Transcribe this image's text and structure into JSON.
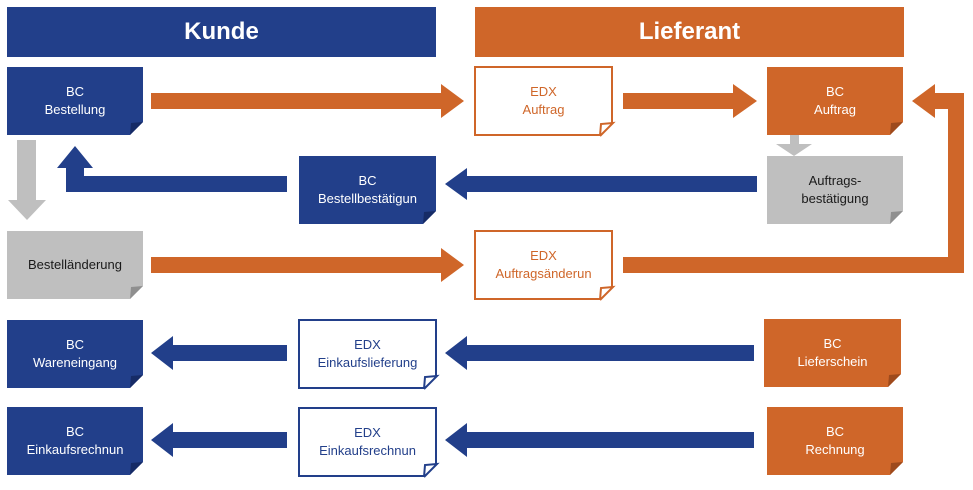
{
  "headers": {
    "customer": "Kunde",
    "supplier": "Lieferant"
  },
  "boxes": {
    "bc_bestellung": {
      "l1": "BC",
      "l2": "Bestellung"
    },
    "edx_auftrag": {
      "l1": "EDX",
      "l2": "Auftrag"
    },
    "bc_auftrag": {
      "l1": "BC",
      "l2": "Auftrag"
    },
    "bc_bestellbestaetigung": {
      "l1": "BC",
      "l2": "Bestellbestätigun"
    },
    "auftragsbestaetigung": {
      "l1": "Auftrags-",
      "l2": "bestätigung"
    },
    "bestellaenderung": {
      "l1": "Bestelländerung"
    },
    "edx_auftragsaenderung": {
      "l1": "EDX",
      "l2": "Auftragsänderun"
    },
    "bc_wareneingang": {
      "l1": "BC",
      "l2": "Wareneingang"
    },
    "edx_einkaufslieferung": {
      "l1": "EDX",
      "l2": "Einkaufslieferung"
    },
    "bc_lieferschein": {
      "l1": "BC",
      "l2": "Lieferschein"
    },
    "bc_einkaufsrechnung": {
      "l1": "BC",
      "l2": "Einkaufsrechnun"
    },
    "edx_einkaufsrechnung": {
      "l1": "EDX",
      "l2": "Einkaufsrechnun"
    },
    "bc_rechnung": {
      "l1": "BC",
      "l2": "Rechnung"
    }
  },
  "colors": {
    "blue": "#223f8a",
    "orange": "#cf6629",
    "gray": "#bfbfbf"
  }
}
